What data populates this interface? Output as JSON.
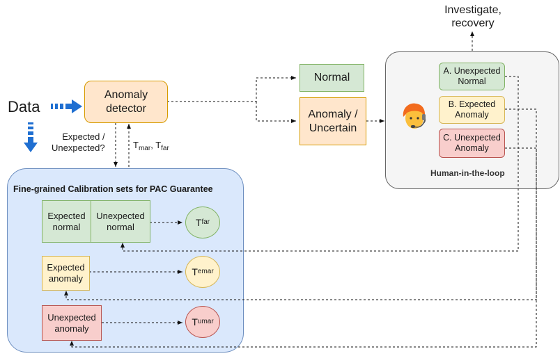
{
  "data_label": "Data",
  "detector": {
    "label": "Anomaly\ndetector"
  },
  "question": "Expected /\nUnexpected?",
  "thresholds": {
    "t1": "T",
    "t1_sub": "mar",
    "sep": ", ",
    "t2": "T",
    "t2_sub": "far"
  },
  "outputs": {
    "normal": "Normal",
    "anomaly": "Anomaly /\nUncertain"
  },
  "investigate": "Investigate,\nrecovery",
  "human_loop": {
    "title": "Human-in-the-loop",
    "options": [
      {
        "label": "A. Unexpected\nNormal"
      },
      {
        "label": "B. Expected\nAnomaly"
      },
      {
        "label": "C. Unexpected\nAnomaly"
      }
    ]
  },
  "calibration": {
    "title": "Fine-grained Calibration sets for PAC Guarantee",
    "expected_normal": "Expected\nnormal",
    "unexpected_normal": "Unexpected\nnormal",
    "expected_anomaly": "Expected\nanomaly",
    "unexpected_anomaly": "Unexpected\nanomaly",
    "t_far": {
      "base": "T",
      "sub": "far"
    },
    "t_emar": {
      "base": "T",
      "sup": "e",
      "sub": "mar"
    },
    "t_umar": {
      "base": "T",
      "sup": "u",
      "sub": "mar"
    }
  },
  "colors": {
    "arrow_blue": "#1f6fd1",
    "panel_blue": "#dae8fc",
    "panel_gray": "#f5f5f5"
  }
}
